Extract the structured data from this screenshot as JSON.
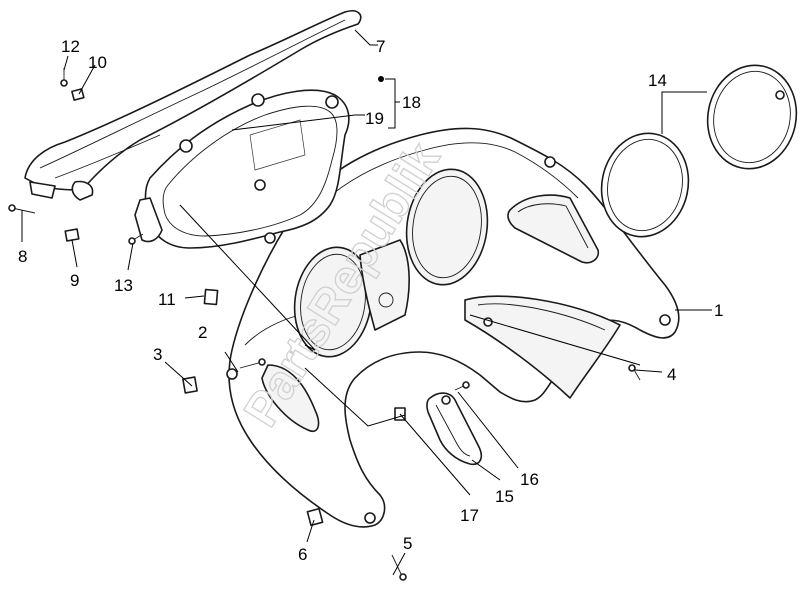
{
  "diagram": {
    "watermark": "PartsRepublik",
    "callouts": {
      "c1": "1",
      "c2": "2",
      "c3": "3",
      "c4": "4",
      "c5": "5",
      "c6": "6",
      "c7": "7",
      "c8": "8",
      "c9": "9",
      "c10": "10",
      "c11": "11",
      "c12": "12",
      "c13": "13",
      "c14": "14",
      "c15": "15",
      "c16": "16",
      "c17": "17",
      "c18": "18",
      "c19": "19"
    },
    "colors": {
      "line": "#1a1a1a",
      "fill": "#ffffff",
      "watermark": "#d0d0d0"
    }
  }
}
